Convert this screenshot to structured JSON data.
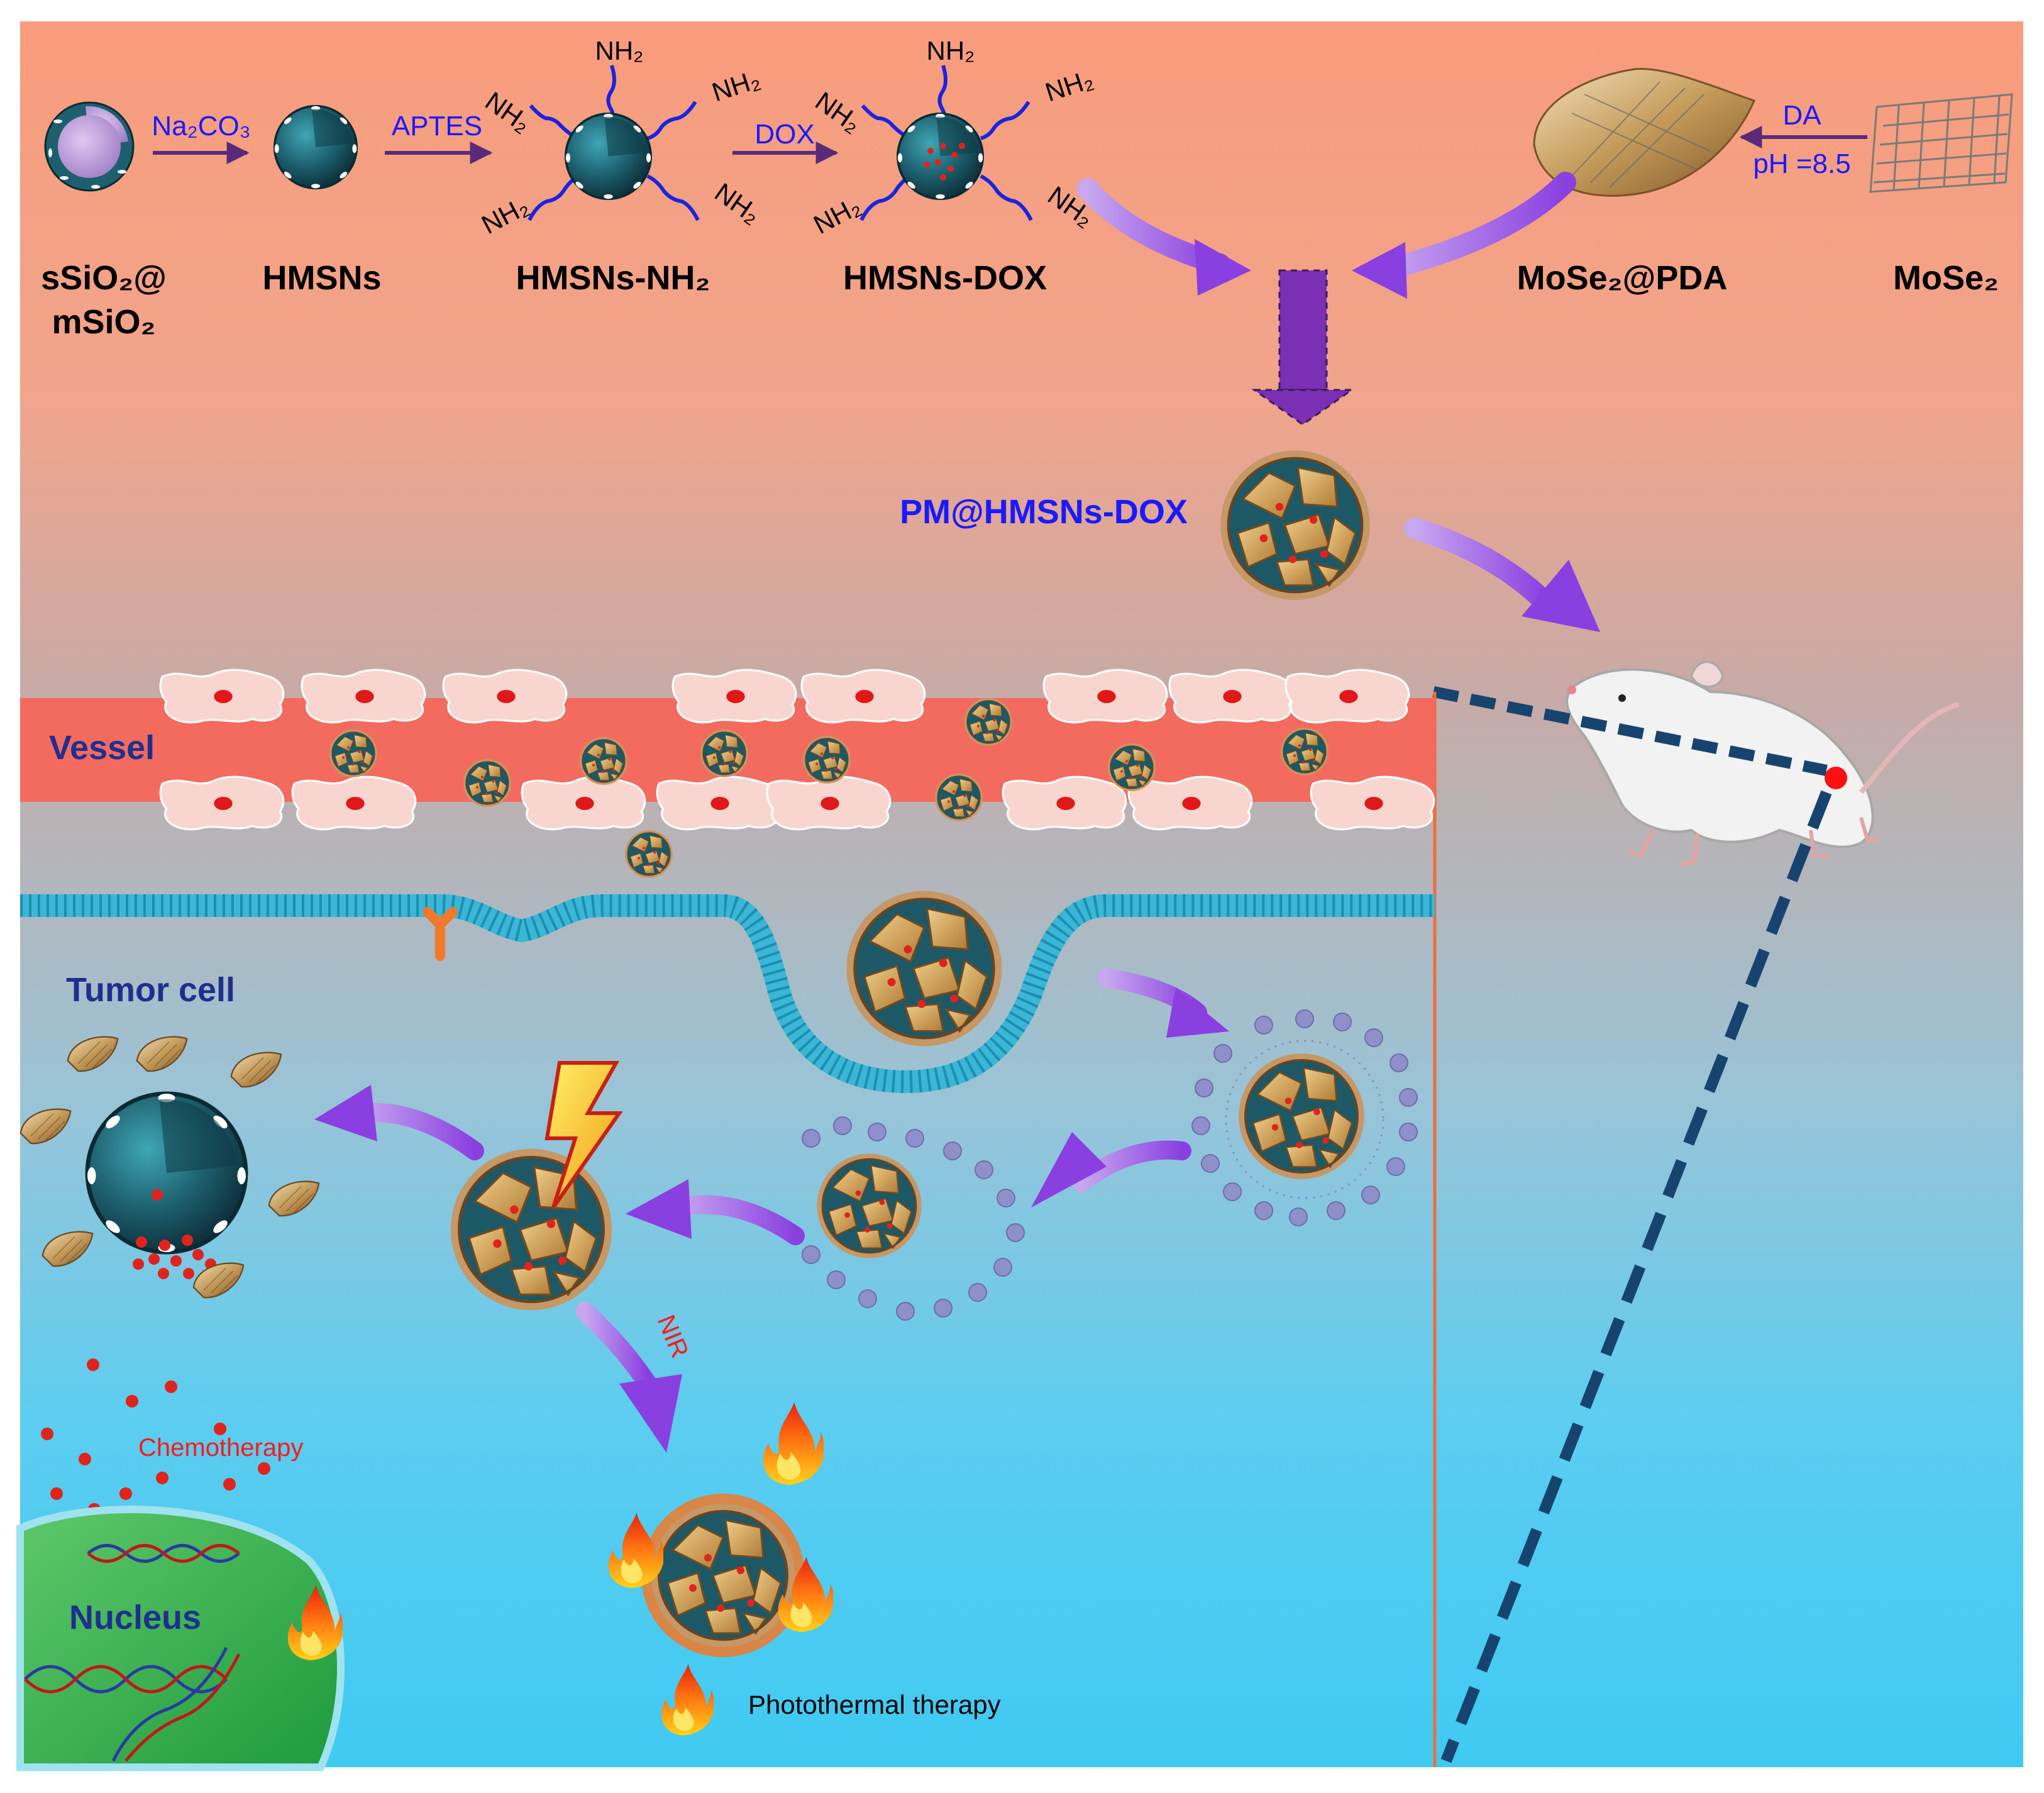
{
  "synthesis": {
    "sio2": "sSiO₂@ mSiO₂",
    "sio2_line1": "sSiO₂@",
    "sio2_line2": "mSiO₂",
    "hmsns": "HMSNs",
    "hmsns_nh2": "HMSNs-NH₂",
    "hmsns_dox": "HMSNs-DOX",
    "mose2_pda": "MoSe₂@PDA",
    "mose2": "MoSe₂",
    "nh2": "NH₂"
  },
  "reagents": {
    "na2co3": "Na₂CO₃",
    "aptes": "APTES",
    "dox": "DOX",
    "da": "DA",
    "ph": "pH =8.5"
  },
  "product": "PM@HMSNs-DOX",
  "regions": {
    "vessel": "Vessel",
    "tumor_cell": "Tumor cell",
    "nucleus": "Nucleus"
  },
  "therapy": {
    "nir": "NIR",
    "chemotherapy": "Chemotherapy",
    "photothermal": "Photothermal therapy"
  },
  "colors": {
    "label_blue": "#1a1aff",
    "region_navy": "#1f2f8f",
    "arrow_purple": "#9b47e0",
    "red_text": "#ff1a1a",
    "vessel": "#f26b5e",
    "nucleus": "#2fb54a"
  }
}
